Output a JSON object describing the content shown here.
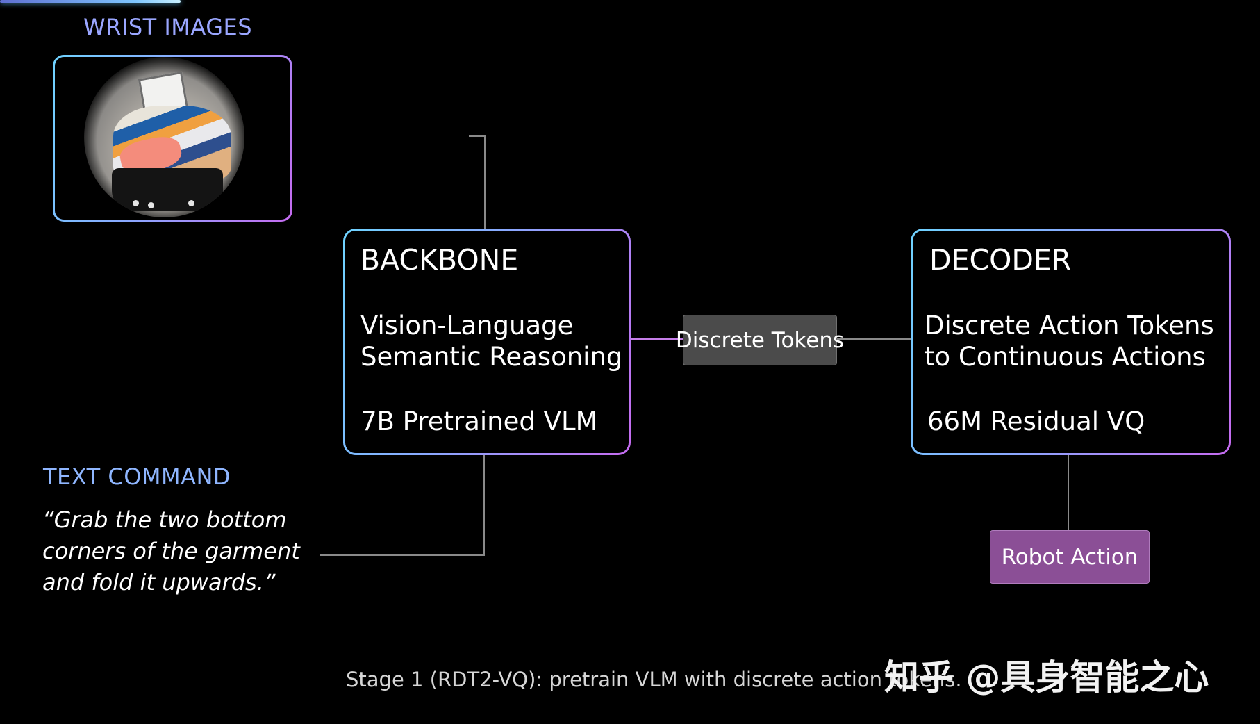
{
  "inputs": {
    "wrist_label": "WRIST IMAGES",
    "text_command_label": "TEXT COMMAND",
    "text_command_quote": "“Grab the two bottom corners of the garment and fold it upwards.”"
  },
  "backbone": {
    "title": "BACKBONE",
    "description_line1": "Vision-Language",
    "description_line2": "Semantic Reasoning",
    "model": "7B Pretrained VLM"
  },
  "decoder": {
    "title": "DECODER",
    "description_line1": "Discrete Action Tokens",
    "description_line2": "to Continuous Actions",
    "model": "66M Residual VQ"
  },
  "connectors": {
    "tokens_label": "Discrete Tokens",
    "action_label": "Robot Action"
  },
  "caption": "Stage 1 (RDT2-VQ): pretrain VLM with discrete action tokens.",
  "watermark": "知乎 @具身智能之心",
  "colors": {
    "background": "#000000",
    "border_gradient_start": "#6fd3ff",
    "border_gradient_end": "#c56bf0",
    "tokens_pill": "#4b4b4b",
    "action_pill": "#8b4f96",
    "label_blue": "#9aa6ff"
  }
}
